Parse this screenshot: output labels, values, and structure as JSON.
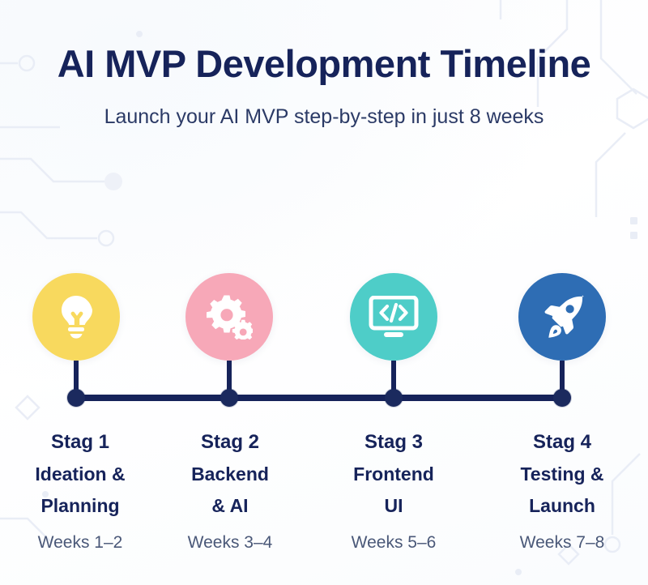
{
  "header": {
    "title": "AI MVP Development Timeline",
    "subtitle": "Launch your AI MVP step-by-step in just 8 weeks"
  },
  "colors": {
    "title_navy": "#16235a",
    "axis_navy": "#16235a",
    "stage1_circle": "#f8d95e",
    "stage2_circle": "#f7a8b8",
    "stage3_circle": "#4ecdc8",
    "stage4_circle": "#2e6db4",
    "icon_fill": "#ffffff",
    "weeks_text": "#4a5878",
    "background": "#fbfcfe"
  },
  "chart_data": {
    "type": "timeline",
    "title": "AI MVP Development Timeline",
    "subtitle": "Launch your AI MVP step-by-step in just 8 weeks",
    "total_weeks": 8,
    "stages": [
      {
        "stage": "Stag 1",
        "name": "Ideation & Planning",
        "weeks": "Weeks 1–2",
        "week_start": 1,
        "week_end": 2,
        "icon": "lightbulb-icon",
        "color": "#f8d95e"
      },
      {
        "stage": "Stag 2",
        "name": "Backend & AI",
        "weeks": "Weeks 3–4",
        "week_start": 3,
        "week_end": 4,
        "icon": "gears-icon",
        "color": "#f7a8b8"
      },
      {
        "stage": "Stag 3",
        "name": "Frontend UI",
        "weeks": "Weeks 5–6",
        "week_start": 5,
        "week_end": 6,
        "icon": "code-monitor-icon",
        "color": "#4ecdc8"
      },
      {
        "stage": "Stag 4",
        "name": "Testing & Launch",
        "weeks": "Weeks 7–8",
        "week_start": 7,
        "week_end": 8,
        "icon": "rocket-icon",
        "color": "#2e6db4"
      }
    ]
  },
  "stages": [
    {
      "stage": "Stag 1",
      "name_line1": "Ideation &",
      "name_line2": "Planning",
      "weeks": "Weeks 1–2"
    },
    {
      "stage": "Stag 2",
      "name_line1": "Backend",
      "name_line2": "& AI",
      "weeks": "Weeks 3–4"
    },
    {
      "stage": "Stag 3",
      "name_line1": "Frontend",
      "name_line2": "UI",
      "weeks": "Weeks 5–6"
    },
    {
      "stage": "Stag 4",
      "name_line1": "Testing &",
      "name_line2": "Launch",
      "weeks": "Weeks 7–8"
    }
  ]
}
